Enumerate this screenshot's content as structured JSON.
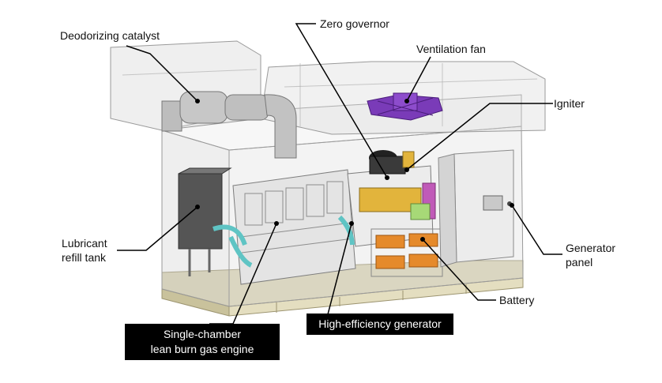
{
  "labels": {
    "deodorizing_catalyst": "Deodorizing catalyst",
    "zero_governor": "Zero governor",
    "ventilation_fan": "Ventilation fan",
    "igniter": "Igniter",
    "lubricant_refill_tank": [
      "Lubricant",
      "refill tank"
    ],
    "generator_panel": [
      "Generator",
      "panel"
    ],
    "battery": "Battery",
    "single_chamber_engine": [
      "Single-chamber",
      "lean burn gas engine"
    ],
    "high_efficiency_generator": "High-efficiency generator"
  },
  "colors": {
    "enclosure": "#cfcfcf",
    "enclosure_stroke": "#9a9a9a",
    "fan": "#7a3bb8",
    "battery": "#e58a2b",
    "generator_block": "#e2b43c",
    "base": "#d9d3b2",
    "cyan_hose": "#5fc4c4",
    "magenta_part": "#c05ab8",
    "green_part": "#a7d977",
    "leader": "#000000"
  }
}
